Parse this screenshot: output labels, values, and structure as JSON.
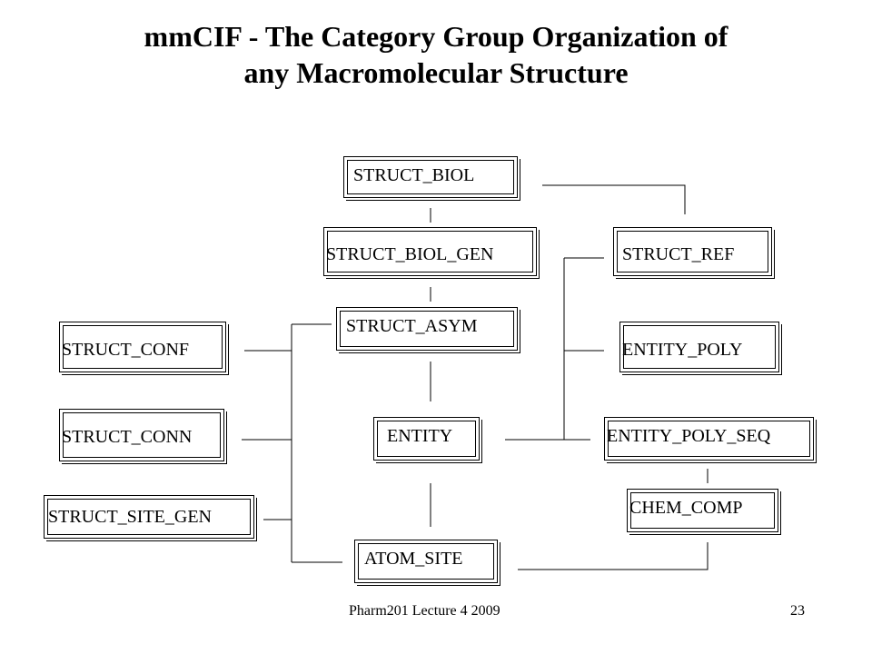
{
  "title": {
    "line1": "mmCIF  - The Category Group Organization of",
    "line2": "any Macromolecular  Structure"
  },
  "nodes": {
    "struct_biol": "STRUCT_BIOL",
    "struct_biol_gen": "STRUCT_BIOL_GEN",
    "struct_ref": "STRUCT_REF",
    "struct_asym": "STRUCT_ASYM",
    "struct_conf": "STRUCT_CONF",
    "entity_poly": "ENTITY_POLY",
    "struct_conn": "STRUCT_CONN",
    "entity": "ENTITY",
    "entity_poly_seq": "ENTITY_POLY_SEQ",
    "chem_comp": "CHEM_COMP",
    "struct_site_gen": "STRUCT_SITE_GEN",
    "atom_site": "ATOM_SITE"
  },
  "footer": {
    "lecture": "Pharm201 Lecture 4 2009",
    "page_number": "23"
  }
}
